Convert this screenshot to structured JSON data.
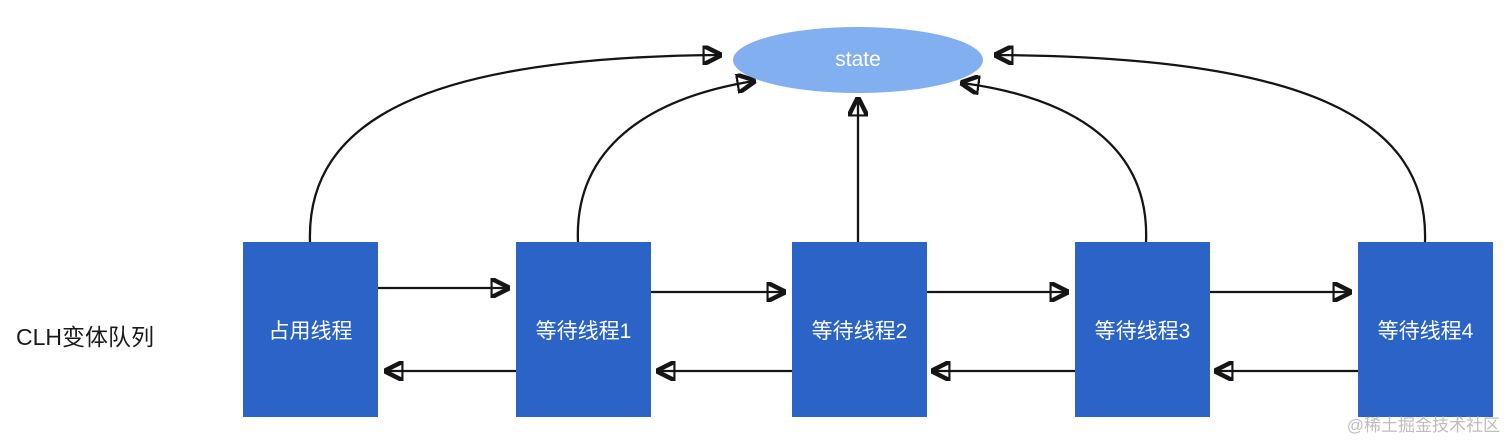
{
  "diagram": {
    "side_label": "CLH变体队列",
    "state_node": {
      "label": "state"
    },
    "nodes": [
      {
        "label": "占用线程"
      },
      {
        "label": "等待线程1"
      },
      {
        "label": "等待线程2"
      },
      {
        "label": "等待线程3"
      },
      {
        "label": "等待线程4"
      }
    ],
    "edges": [
      {
        "from": "占用线程",
        "to": "state",
        "style": "curved"
      },
      {
        "from": "等待线程1",
        "to": "state",
        "style": "curved"
      },
      {
        "from": "等待线程2",
        "to": "state",
        "style": "straight"
      },
      {
        "from": "等待线程3",
        "to": "state",
        "style": "curved"
      },
      {
        "from": "等待线程4",
        "to": "state",
        "style": "curved"
      },
      {
        "from": "占用线程",
        "to": "等待线程1",
        "style": "horizontal-forward"
      },
      {
        "from": "等待线程1",
        "to": "等待线程2",
        "style": "horizontal-forward"
      },
      {
        "from": "等待线程2",
        "to": "等待线程3",
        "style": "horizontal-forward"
      },
      {
        "from": "等待线程3",
        "to": "等待线程4",
        "style": "horizontal-forward"
      },
      {
        "from": "等待线程1",
        "to": "占用线程",
        "style": "horizontal-backward"
      },
      {
        "from": "等待线程2",
        "to": "等待线程1",
        "style": "horizontal-backward"
      },
      {
        "from": "等待线程3",
        "to": "等待线程2",
        "style": "horizontal-backward"
      },
      {
        "from": "等待线程4",
        "to": "等待线程3",
        "style": "horizontal-backward"
      }
    ],
    "watermark": "@稀土掘金技术社区",
    "colors": {
      "node_fill": "#2b64c6",
      "state_fill": "#82aff0",
      "arrow": "#151515",
      "node_text": "#ffffff",
      "side_label_text": "#1a1a1a",
      "watermark_text": "#bdbdbd"
    }
  }
}
